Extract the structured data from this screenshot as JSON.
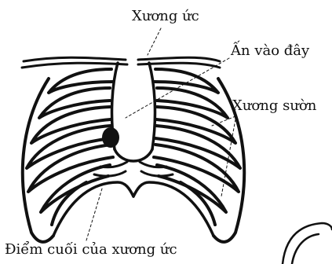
{
  "labels": {
    "sternum": "Xương ức",
    "press_here": "Ấn vào đây",
    "ribs": "Xương sườn",
    "xiphoid": "Điểm cuối của xương ức"
  },
  "colors": {
    "ink": "#111111",
    "background": "#ffffff"
  },
  "icons": [
    "ribcage-illustration",
    "press-point-marker",
    "hand-outline"
  ]
}
